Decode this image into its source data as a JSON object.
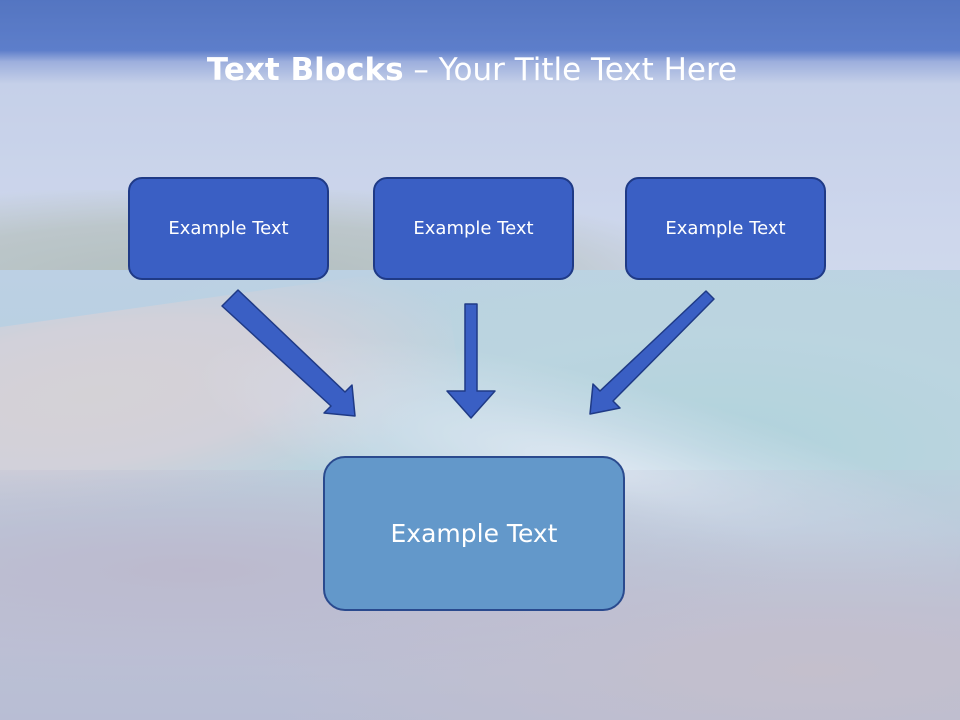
{
  "slide": {
    "title_bold": "Text Blocks",
    "title_dash": "–",
    "title_rest": "Your Title Text Here"
  },
  "blocks": {
    "top_left": "Example Text",
    "top_center": "Example Text",
    "top_right": "Example Text",
    "bottom_main": "Example Text"
  },
  "colors": {
    "header_blue": "#2e56b3",
    "block_fill": "#3a5fc4",
    "block_border": "#1f3a86",
    "main_block_fill": "#6398ca",
    "arrow_fill": "#3a5fc4"
  }
}
